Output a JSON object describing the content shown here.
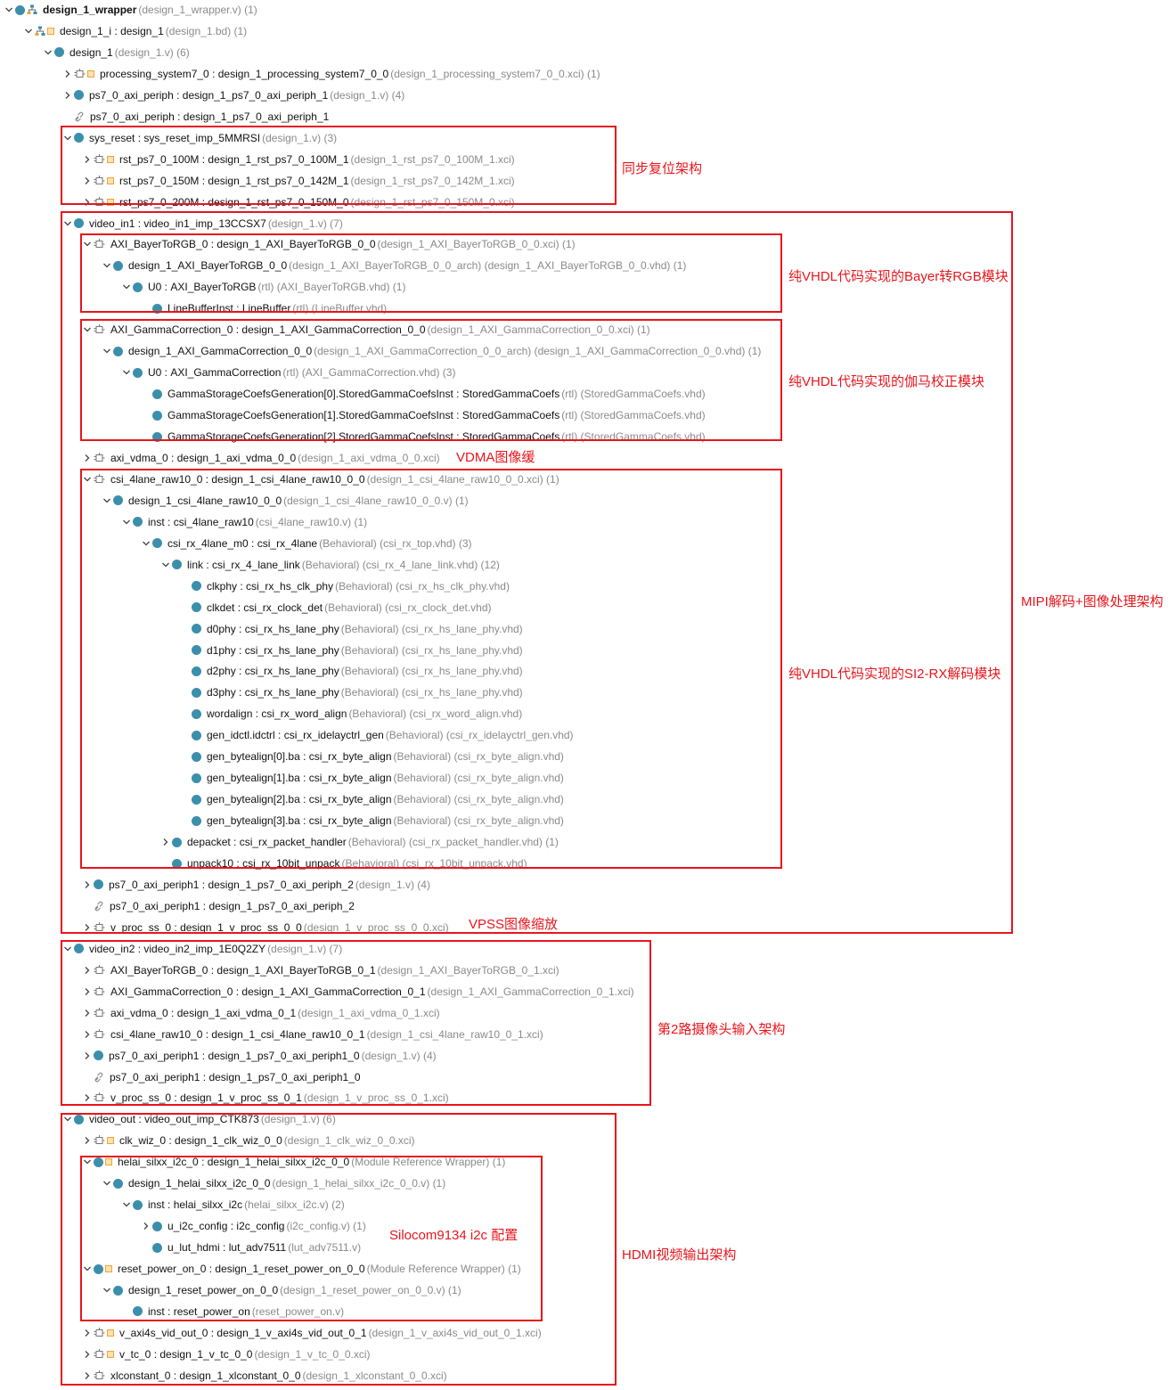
{
  "colors": {
    "accent": "#e8151c",
    "node_dot": "#3c8fab",
    "ip_square": "#f0a23c",
    "text_secondary": "#8a8a8a"
  },
  "annotations": [
    "同步复位架构",
    "纯VHDL代码实现的Bayer转RGB模块",
    "纯VHDL代码实现的伽马校正模块",
    "VDMA图像缓",
    "纯VHDL代码实现的SI2-RX解码模块",
    "MIPI解码+图像处理架构",
    "VPSS图像缩放",
    "第2路摄像头输入架构",
    "Silocom9134 i2c 配置",
    "HDMI视频输出架构"
  ],
  "tree": [
    {
      "level": 0,
      "arrow": "down",
      "icons": [
        "dot",
        "hierarchy-icon"
      ],
      "name": "design_1_wrapper",
      "type": "",
      "src": "(design_1_wrapper.v) (1)",
      "bold": true
    },
    {
      "level": 1,
      "arrow": "down",
      "icons": [
        "hierarchy-icon",
        "ip-square"
      ],
      "name": "design_1_i",
      "type": "design_1",
      "src": "(design_1.bd) (1)"
    },
    {
      "level": 2,
      "arrow": "down",
      "icons": [
        "dot"
      ],
      "name": "design_1",
      "type": "",
      "src": "(design_1.v) (6)"
    },
    {
      "level": 3,
      "arrow": "right",
      "icons": [
        "ip-plug",
        "ip-square"
      ],
      "name": "processing_system7_0",
      "type": "design_1_processing_system7_0_0",
      "src": "(design_1_processing_system7_0_0.xci) (1)"
    },
    {
      "level": 3,
      "arrow": "right",
      "icons": [
        "dot"
      ],
      "name": "ps7_0_axi_periph",
      "type": "design_1_ps7_0_axi_periph_1",
      "src": "(design_1.v) (4)"
    },
    {
      "level": 3,
      "arrow": "none",
      "icons": [
        "link-icon"
      ],
      "name": "ps7_0_axi_periph",
      "type": "design_1_ps7_0_axi_periph_1",
      "src": ""
    },
    {
      "level": 3,
      "arrow": "down",
      "icons": [
        "dot"
      ],
      "name": "sys_reset",
      "type": "sys_reset_imp_5MMRSI",
      "src": "(design_1.v) (3)"
    },
    {
      "level": 4,
      "arrow": "right",
      "icons": [
        "ip-plug",
        "ip-square"
      ],
      "name": "rst_ps7_0_100M",
      "type": "design_1_rst_ps7_0_100M_1",
      "src": "(design_1_rst_ps7_0_100M_1.xci)"
    },
    {
      "level": 4,
      "arrow": "right",
      "icons": [
        "ip-plug",
        "ip-square"
      ],
      "name": "rst_ps7_0_150M",
      "type": "design_1_rst_ps7_0_142M_1",
      "src": "(design_1_rst_ps7_0_142M_1.xci)"
    },
    {
      "level": 4,
      "arrow": "right",
      "icons": [
        "ip-plug",
        "ip-square"
      ],
      "name": "rst_ps7_0_200M",
      "type": "design_1_rst_ps7_0_150M_0",
      "src": "(design_1_rst_ps7_0_150M_0.xci)"
    },
    {
      "level": 3,
      "arrow": "down",
      "icons": [
        "dot"
      ],
      "name": "video_in1",
      "type": "video_in1_imp_13CCSX7",
      "src": "(design_1.v) (7)"
    },
    {
      "level": 4,
      "arrow": "down",
      "icons": [
        "ip-plug"
      ],
      "name": "AXI_BayerToRGB_0",
      "type": "design_1_AXI_BayerToRGB_0_0",
      "src": "(design_1_AXI_BayerToRGB_0_0.xci) (1)"
    },
    {
      "level": 5,
      "arrow": "down",
      "icons": [
        "dot"
      ],
      "name": "design_1_AXI_BayerToRGB_0_0",
      "type": "",
      "src": "(design_1_AXI_BayerToRGB_0_0_arch) (design_1_AXI_BayerToRGB_0_0.vhd) (1)",
      "sep": ""
    },
    {
      "level": 6,
      "arrow": "down",
      "icons": [
        "dot"
      ],
      "name": "U0",
      "type": "AXI_BayerToRGB",
      "src": "(rtl) (AXI_BayerToRGB.vhd) (1)"
    },
    {
      "level": 7,
      "arrow": "none",
      "icons": [
        "dot"
      ],
      "name": "LineBufferInst",
      "type": "LineBuffer",
      "src": "(rtl) (LineBuffer.vhd)"
    },
    {
      "level": 4,
      "arrow": "down",
      "icons": [
        "ip-plug"
      ],
      "name": "AXI_GammaCorrection_0",
      "type": "design_1_AXI_GammaCorrection_0_0",
      "src": "(design_1_AXI_GammaCorrection_0_0.xci) (1)"
    },
    {
      "level": 5,
      "arrow": "down",
      "icons": [
        "dot"
      ],
      "name": "design_1_AXI_GammaCorrection_0_0",
      "type": "",
      "src": "(design_1_AXI_GammaCorrection_0_0_arch) (design_1_AXI_GammaCorrection_0_0.vhd) (1)"
    },
    {
      "level": 6,
      "arrow": "down",
      "icons": [
        "dot"
      ],
      "name": "U0",
      "type": "AXI_GammaCorrection",
      "src": "(rtl) (AXI_GammaCorrection.vhd) (3)"
    },
    {
      "level": 7,
      "arrow": "none",
      "icons": [
        "dot"
      ],
      "name": "GammaStorageCoefsGeneration[0].StoredGammaCoefsInst",
      "type": "StoredGammaCoefs",
      "src": "(rtl) (StoredGammaCoefs.vhd)"
    },
    {
      "level": 7,
      "arrow": "none",
      "icons": [
        "dot"
      ],
      "name": "GammaStorageCoefsGeneration[1].StoredGammaCoefsInst",
      "type": "StoredGammaCoefs",
      "src": "(rtl) (StoredGammaCoefs.vhd)"
    },
    {
      "level": 7,
      "arrow": "none",
      "icons": [
        "dot"
      ],
      "name": "GammaStorageCoefsGeneration[2].StoredGammaCoefsInst",
      "type": "StoredGammaCoefs",
      "src": "(rtl) (StoredGammaCoefs.vhd)"
    },
    {
      "level": 4,
      "arrow": "right",
      "icons": [
        "ip-plug"
      ],
      "name": "axi_vdma_0",
      "type": "design_1_axi_vdma_0_0",
      "src": "(design_1_axi_vdma_0_0.xci)"
    },
    {
      "level": 4,
      "arrow": "down",
      "icons": [
        "ip-plug"
      ],
      "name": "csi_4lane_raw10_0",
      "type": "design_1_csi_4lane_raw10_0_0",
      "src": "(design_1_csi_4lane_raw10_0_0.xci) (1)"
    },
    {
      "level": 5,
      "arrow": "down",
      "icons": [
        "dot"
      ],
      "name": "design_1_csi_4lane_raw10_0_0",
      "type": "",
      "src": "(design_1_csi_4lane_raw10_0_0.v) (1)"
    },
    {
      "level": 6,
      "arrow": "down",
      "icons": [
        "dot"
      ],
      "name": "inst",
      "type": "csi_4lane_raw10",
      "src": "(csi_4lane_raw10.v) (1)"
    },
    {
      "level": 7,
      "arrow": "down",
      "icons": [
        "dot"
      ],
      "name": "csi_rx_4lane_m0",
      "type": "csi_rx_4lane",
      "src": "(Behavioral) (csi_rx_top.vhd) (3)"
    },
    {
      "level": 8,
      "arrow": "down",
      "icons": [
        "dot"
      ],
      "name": "link",
      "type": "csi_rx_4_lane_link",
      "src": "(Behavioral) (csi_rx_4_lane_link.vhd) (12)"
    },
    {
      "level": 9,
      "arrow": "none",
      "icons": [
        "dot"
      ],
      "name": "clkphy",
      "type": "csi_rx_hs_clk_phy",
      "src": "(Behavioral) (csi_rx_hs_clk_phy.vhd)"
    },
    {
      "level": 9,
      "arrow": "none",
      "icons": [
        "dot"
      ],
      "name": "clkdet",
      "type": "csi_rx_clock_det",
      "src": "(Behavioral) (csi_rx_clock_det.vhd)"
    },
    {
      "level": 9,
      "arrow": "none",
      "icons": [
        "dot"
      ],
      "name": "d0phy",
      "type": "csi_rx_hs_lane_phy",
      "src": "(Behavioral) (csi_rx_hs_lane_phy.vhd)"
    },
    {
      "level": 9,
      "arrow": "none",
      "icons": [
        "dot"
      ],
      "name": "d1phy",
      "type": "csi_rx_hs_lane_phy",
      "src": "(Behavioral) (csi_rx_hs_lane_phy.vhd)"
    },
    {
      "level": 9,
      "arrow": "none",
      "icons": [
        "dot"
      ],
      "name": "d2phy",
      "type": "csi_rx_hs_lane_phy",
      "src": "(Behavioral) (csi_rx_hs_lane_phy.vhd)"
    },
    {
      "level": 9,
      "arrow": "none",
      "icons": [
        "dot"
      ],
      "name": "d3phy",
      "type": "csi_rx_hs_lane_phy",
      "src": "(Behavioral) (csi_rx_hs_lane_phy.vhd)"
    },
    {
      "level": 9,
      "arrow": "none",
      "icons": [
        "dot"
      ],
      "name": "wordalign",
      "type": "csi_rx_word_align",
      "src": "(Behavioral) (csi_rx_word_align.vhd)"
    },
    {
      "level": 9,
      "arrow": "none",
      "icons": [
        "dot"
      ],
      "name": "gen_idctl.idctrl",
      "type": "csi_rx_idelayctrl_gen",
      "src": "(Behavioral) (csi_rx_idelayctrl_gen.vhd)"
    },
    {
      "level": 9,
      "arrow": "none",
      "icons": [
        "dot"
      ],
      "name": "gen_bytealign[0].ba",
      "type": "csi_rx_byte_align",
      "src": "(Behavioral) (csi_rx_byte_align.vhd)"
    },
    {
      "level": 9,
      "arrow": "none",
      "icons": [
        "dot"
      ],
      "name": "gen_bytealign[1].ba",
      "type": "csi_rx_byte_align",
      "src": "(Behavioral) (csi_rx_byte_align.vhd)"
    },
    {
      "level": 9,
      "arrow": "none",
      "icons": [
        "dot"
      ],
      "name": "gen_bytealign[2].ba",
      "type": "csi_rx_byte_align",
      "src": "(Behavioral) (csi_rx_byte_align.vhd)"
    },
    {
      "level": 9,
      "arrow": "none",
      "icons": [
        "dot"
      ],
      "name": "gen_bytealign[3].ba",
      "type": "csi_rx_byte_align",
      "src": "(Behavioral) (csi_rx_byte_align.vhd)"
    },
    {
      "level": 8,
      "arrow": "right",
      "icons": [
        "dot"
      ],
      "name": "depacket",
      "type": "csi_rx_packet_handler",
      "src": "(Behavioral) (csi_rx_packet_handler.vhd) (1)"
    },
    {
      "level": 8,
      "arrow": "none",
      "icons": [
        "dot"
      ],
      "name": "unpack10",
      "type": "csi_rx_10bit_unpack",
      "src": "(Behavioral) (csi_rx_10bit_unpack.vhd)"
    },
    {
      "level": 4,
      "arrow": "right",
      "icons": [
        "dot"
      ],
      "name": "ps7_0_axi_periph1",
      "type": "design_1_ps7_0_axi_periph_2",
      "src": "(design_1.v) (4)"
    },
    {
      "level": 4,
      "arrow": "none",
      "icons": [
        "link-icon"
      ],
      "name": "ps7_0_axi_periph1",
      "type": "design_1_ps7_0_axi_periph_2",
      "src": ""
    },
    {
      "level": 4,
      "arrow": "right",
      "icons": [
        "ip-plug"
      ],
      "name": "v_proc_ss_0",
      "type": "design_1_v_proc_ss_0_0",
      "src": "(design_1_v_proc_ss_0_0.xci)"
    },
    {
      "level": 3,
      "arrow": "down",
      "icons": [
        "dot"
      ],
      "name": "video_in2",
      "type": "video_in2_imp_1E0Q2ZY",
      "src": "(design_1.v) (7)"
    },
    {
      "level": 4,
      "arrow": "right",
      "icons": [
        "ip-plug"
      ],
      "name": "AXI_BayerToRGB_0",
      "type": "design_1_AXI_BayerToRGB_0_1",
      "src": "(design_1_AXI_BayerToRGB_0_1.xci)"
    },
    {
      "level": 4,
      "arrow": "right",
      "icons": [
        "ip-plug"
      ],
      "name": "AXI_GammaCorrection_0",
      "type": "design_1_AXI_GammaCorrection_0_1",
      "src": "(design_1_AXI_GammaCorrection_0_1.xci)"
    },
    {
      "level": 4,
      "arrow": "right",
      "icons": [
        "ip-plug"
      ],
      "name": "axi_vdma_0",
      "type": "design_1_axi_vdma_0_1",
      "src": "(design_1_axi_vdma_0_1.xci)"
    },
    {
      "level": 4,
      "arrow": "right",
      "icons": [
        "ip-plug"
      ],
      "name": "csi_4lane_raw10_0",
      "type": "design_1_csi_4lane_raw10_0_1",
      "src": "(design_1_csi_4lane_raw10_0_1.xci)"
    },
    {
      "level": 4,
      "arrow": "right",
      "icons": [
        "dot"
      ],
      "name": "ps7_0_axi_periph1",
      "type": "design_1_ps7_0_axi_periph1_0",
      "src": "(design_1.v) (4)"
    },
    {
      "level": 4,
      "arrow": "none",
      "icons": [
        "link-icon"
      ],
      "name": "ps7_0_axi_periph1",
      "type": "design_1_ps7_0_axi_periph1_0",
      "src": ""
    },
    {
      "level": 4,
      "arrow": "right",
      "icons": [
        "ip-plug"
      ],
      "name": "v_proc_ss_0",
      "type": "design_1_v_proc_ss_0_1",
      "src": "(design_1_v_proc_ss_0_1.xci)"
    },
    {
      "level": 3,
      "arrow": "down",
      "icons": [
        "dot"
      ],
      "name": "video_out",
      "type": "video_out_imp_CTK873",
      "src": "(design_1.v) (6)"
    },
    {
      "level": 4,
      "arrow": "right",
      "icons": [
        "ip-plug",
        "ip-square"
      ],
      "name": "clk_wiz_0",
      "type": "design_1_clk_wiz_0_0",
      "src": "(design_1_clk_wiz_0_0.xci)"
    },
    {
      "level": 4,
      "arrow": "down",
      "icons": [
        "dot",
        "ip-square"
      ],
      "name": "helai_silxx_i2c_0",
      "type": "design_1_helai_silxx_i2c_0_0",
      "src": "(Module Reference Wrapper) (1)"
    },
    {
      "level": 5,
      "arrow": "down",
      "icons": [
        "dot"
      ],
      "name": "design_1_helai_silxx_i2c_0_0",
      "type": "",
      "src": "(design_1_helai_silxx_i2c_0_0.v) (1)"
    },
    {
      "level": 6,
      "arrow": "down",
      "icons": [
        "dot"
      ],
      "name": "inst",
      "type": "helai_silxx_i2c",
      "src": "(helai_silxx_i2c.v) (2)"
    },
    {
      "level": 7,
      "arrow": "right",
      "icons": [
        "dot"
      ],
      "name": "u_i2c_config",
      "type": "i2c_config",
      "src": "(i2c_config.v) (1)"
    },
    {
      "level": 7,
      "arrow": "none",
      "icons": [
        "dot"
      ],
      "name": "u_lut_hdmi",
      "type": "lut_adv7511",
      "src": "(lut_adv7511.v)"
    },
    {
      "level": 4,
      "arrow": "down",
      "icons": [
        "dot",
        "ip-square"
      ],
      "name": "reset_power_on_0",
      "type": "design_1_reset_power_on_0_0",
      "src": "(Module Reference Wrapper) (1)"
    },
    {
      "level": 5,
      "arrow": "down",
      "icons": [
        "dot"
      ],
      "name": "design_1_reset_power_on_0_0",
      "type": "",
      "src": "(design_1_reset_power_on_0_0.v) (1)"
    },
    {
      "level": 6,
      "arrow": "none",
      "icons": [
        "dot"
      ],
      "name": "inst",
      "type": "reset_power_on",
      "src": "(reset_power_on.v)"
    },
    {
      "level": 4,
      "arrow": "right",
      "icons": [
        "ip-plug",
        "ip-square"
      ],
      "name": "v_axi4s_vid_out_0",
      "type": "design_1_v_axi4s_vid_out_0_1",
      "src": "(design_1_v_axi4s_vid_out_0_1.xci)"
    },
    {
      "level": 4,
      "arrow": "right",
      "icons": [
        "ip-plug",
        "ip-square"
      ],
      "name": "v_tc_0",
      "type": "design_1_v_tc_0_0",
      "src": "(design_1_v_tc_0_0.xci)"
    },
    {
      "level": 4,
      "arrow": "right",
      "icons": [
        "ip-plug"
      ],
      "name": "xlconstant_0",
      "type": "design_1_xlconstant_0_0",
      "src": "(design_1_xlconstant_0_0.xci)"
    }
  ]
}
